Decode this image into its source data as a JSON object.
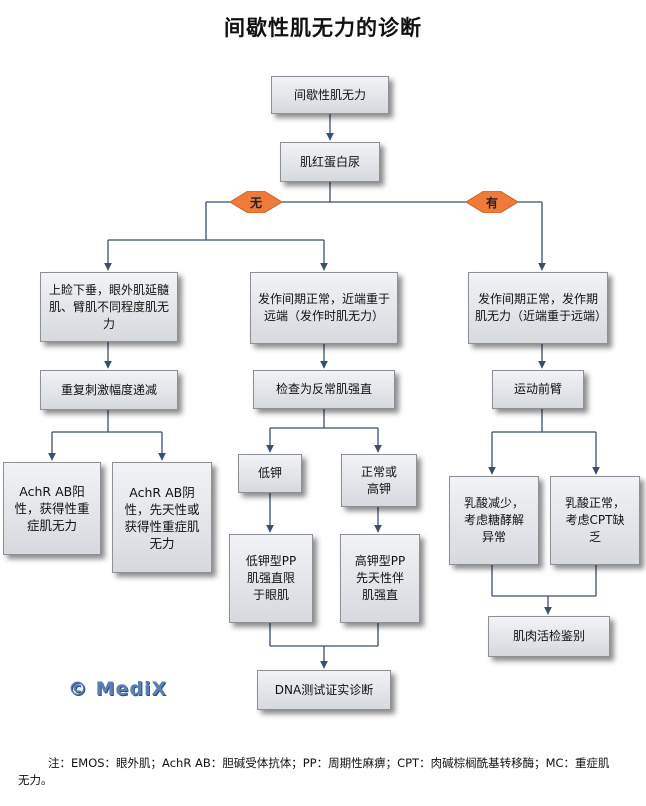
{
  "title": "间歇性肌无力的诊断",
  "nodes": {
    "root": "间歇性肌无力",
    "myoglobinuria": "肌红蛋白尿",
    "no": "无",
    "yes": "有",
    "ptosis": "上睑下垂，眼外肌延髓肌、臂肌不同程度肌无力",
    "periodic": "发作间期正常，近端重于远端（发作时肌无力）",
    "exertion": "发作间期正常，发作期肌无力（近端重于远端）",
    "repetitive": "重复刺激幅度递减",
    "potassium_check": "检查为反常肌强直",
    "exercise": "运动前臂",
    "achr_pos": "AchR AB阳性，获得性重症肌无力",
    "achr_neg": "AchR AB阴性，先天性或获得性重症肌无力",
    "low_k": "低钾",
    "normal_high_k": "正常或高钾",
    "lactate_low": "乳酸减少，考虑糖酵解异常",
    "lactate_normal": "乳酸正常，考虑CPT缺乏",
    "hypo_pp": "低钾型PP肌强直限于眼肌",
    "hyper_pp": "高钾型PP先天性伴肌强直",
    "dna": "DNA测试证实诊断",
    "biopsy": "肌肉活检鉴别"
  },
  "watermark": "© MediX",
  "note": "注：EMOS：眼外肌；AchR AB：胆碱受体抗体；PP：周期性麻痹；CPT：肉碱棕榈酰基转移酶；MC：重症肌无力。",
  "colors": {
    "line": "#37506e",
    "diamond": "#f07a3a",
    "box_top": "#f1f3f6",
    "box_bottom": "#d6d9de"
  }
}
